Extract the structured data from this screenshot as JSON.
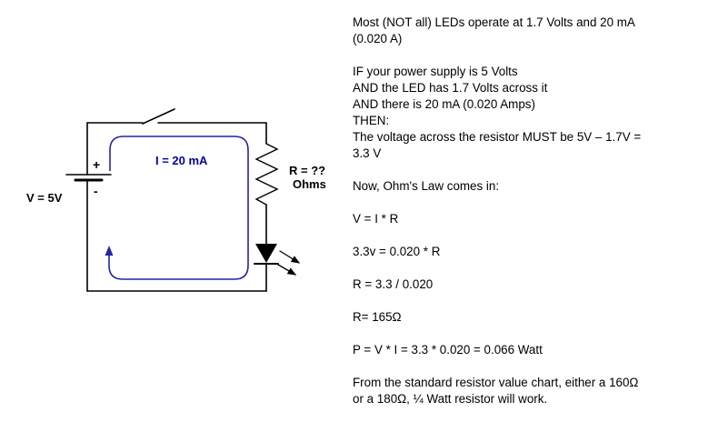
{
  "circuit": {
    "source_voltage_label": "V = 5V",
    "battery_positive_label": "+",
    "battery_negative_label": "-",
    "current_label": "I = 20 mA",
    "resistor_label_line1": "R = ??",
    "resistor_label_line2": "Ohms",
    "colors": {
      "wire": "#000000",
      "current_loop": "#2525a4",
      "current_text": "#0000a0"
    }
  },
  "notes": {
    "lines": [
      "Most (NOT all) LEDs operate at 1.7 Volts and 20 mA",
      "(0.020 A)",
      "",
      "IF your power supply is 5 Volts",
      "AND the LED has 1.7 Volts across it",
      "AND there is 20 mA (0.020 Amps)",
      "THEN:",
      "The voltage across the resistor MUST be 5V – 1.7V =",
      "3.3 V",
      "",
      "Now, Ohm's Law comes in:",
      "",
      "V = I * R",
      "",
      "3.3v = 0.020 * R",
      "",
      "R = 3.3 / 0.020",
      "",
      "R= 165Ω",
      "",
      "P = V * I = 3.3 * 0.020 = 0.066 Watt",
      "",
      "From the standard resistor value chart, either a 160Ω",
      "or a 180Ω, ¼ Watt resistor will work."
    ]
  }
}
